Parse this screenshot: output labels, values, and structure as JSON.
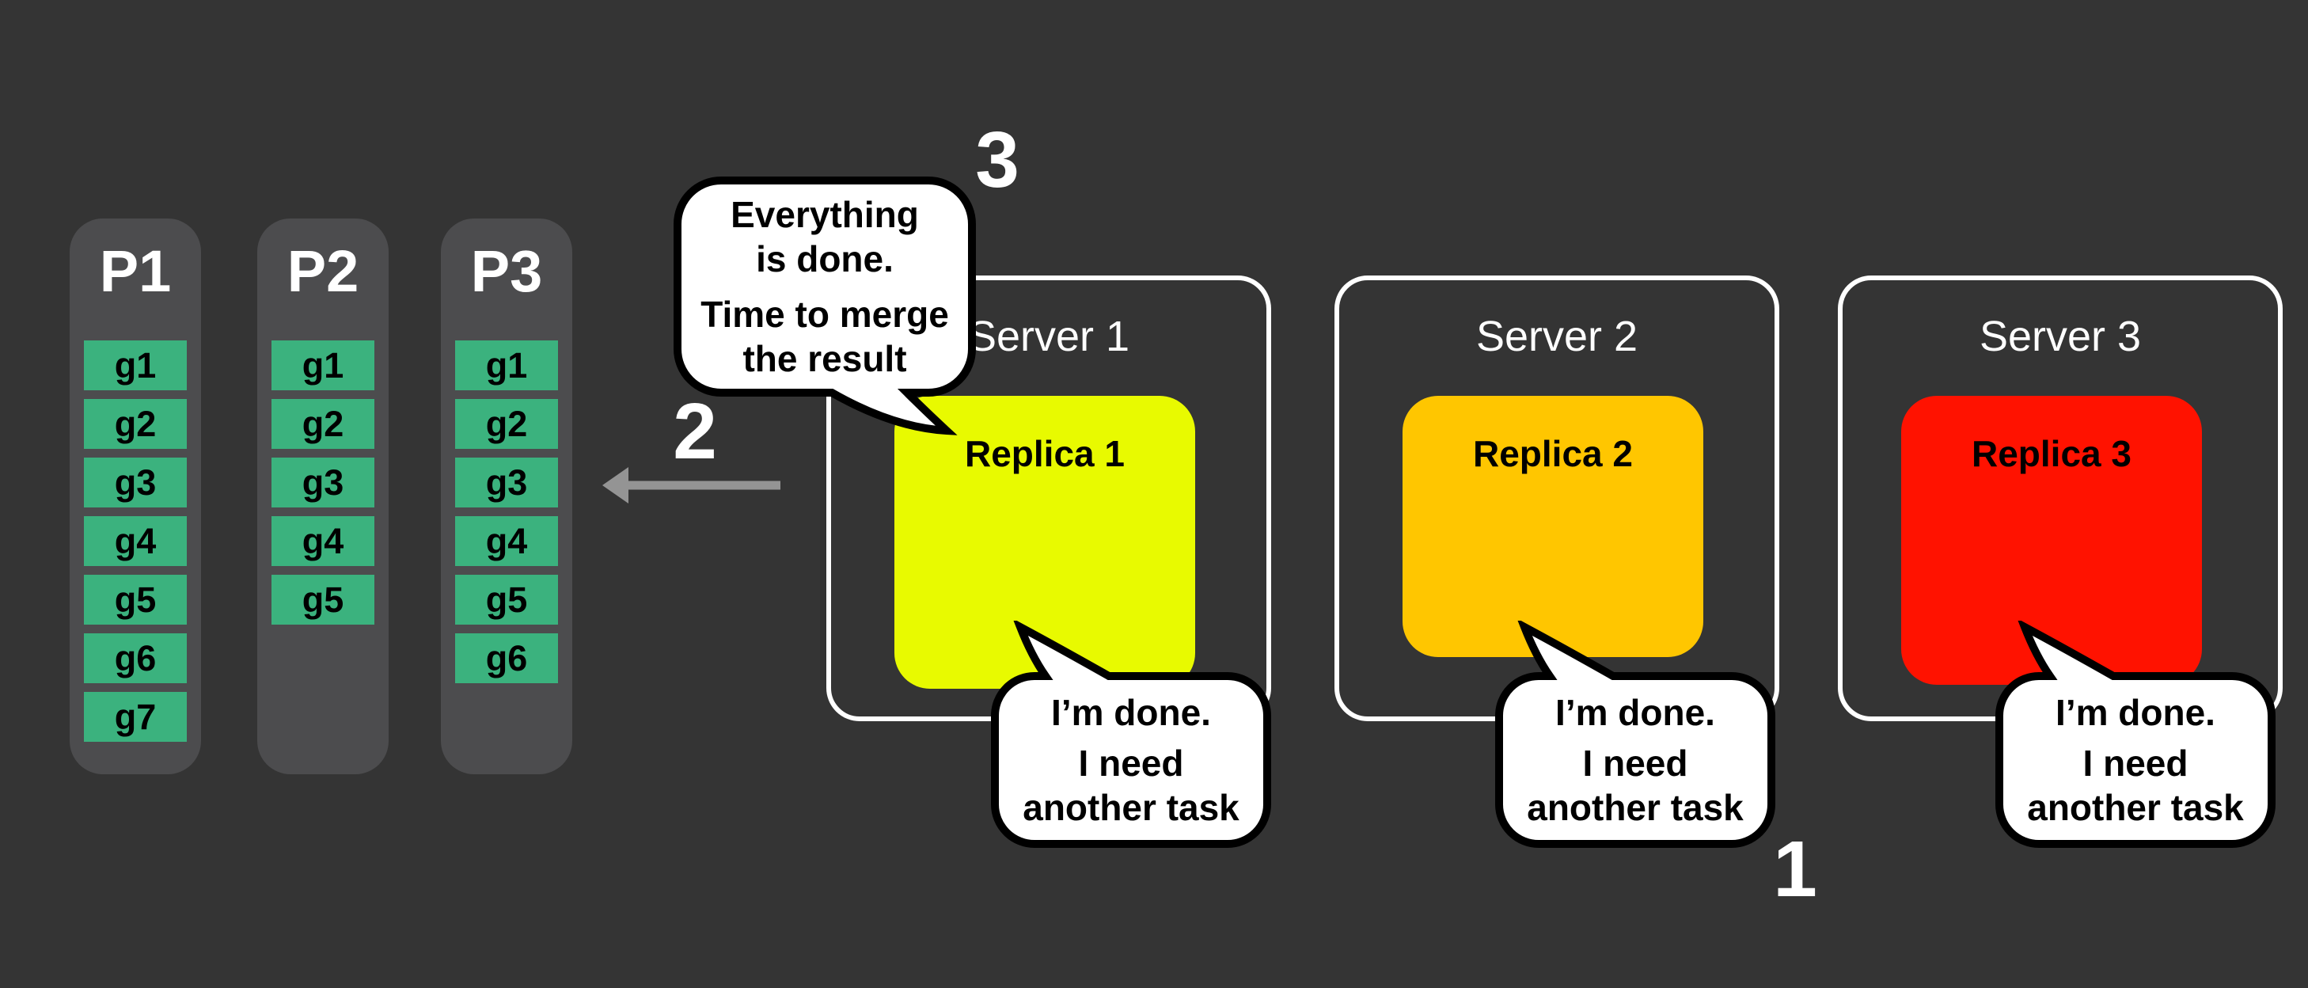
{
  "partitions": [
    {
      "label": "P1",
      "cells": [
        "g1",
        "g2",
        "g3",
        "g4",
        "g5",
        "g6",
        "g7"
      ]
    },
    {
      "label": "P2",
      "cells": [
        "g1",
        "g2",
        "g3",
        "g4",
        "g5"
      ]
    },
    {
      "label": "P3",
      "cells": [
        "g1",
        "g2",
        "g3",
        "g4",
        "g5",
        "g6"
      ]
    }
  ],
  "servers": [
    {
      "label": "Server 1",
      "replica": {
        "label": "Replica 1",
        "color": "#E8FA00"
      }
    },
    {
      "label": "Server 2",
      "replica": {
        "label": "Replica 2",
        "color": "#FFC600"
      }
    },
    {
      "label": "Server 3",
      "replica": {
        "label": "Replica 3",
        "color": "#FF1200"
      }
    }
  ],
  "speech": {
    "merge": {
      "lines": [
        "Everything",
        "is done.",
        "Time to merge",
        "the result"
      ]
    },
    "done": {
      "lines": [
        "I’m done.",
        "I need",
        "another task"
      ]
    }
  },
  "steps": {
    "step1": "1",
    "step2": "2",
    "step3": "3"
  },
  "colors": {
    "background": "#343434",
    "partition_bg": "#4C4C4E",
    "cell_green": "#3BB27E",
    "server_border": "#FFFFFF",
    "bubble_bg": "#FFFFFF",
    "bubble_border": "#000000",
    "arrow_gray": "#949494",
    "text_white": "#FFFFFF",
    "text_black": "#000000"
  }
}
